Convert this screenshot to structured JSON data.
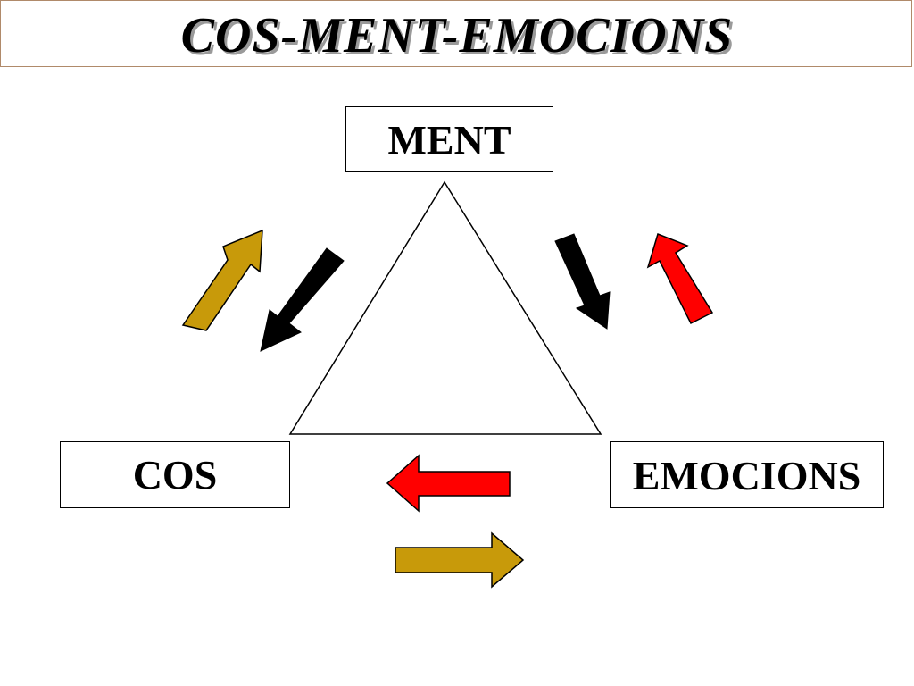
{
  "title": "COS-MENT-EMOCIONS",
  "nodes": {
    "top": "MENT",
    "left": "COS",
    "right": "EMOCIONS"
  },
  "colors": {
    "gold_arrow": "#c89a0a",
    "black_arrow": "#000000",
    "red_arrow": "#ff0000",
    "title_shadow": "#9a9a9a",
    "title_border": "#b08a6a"
  },
  "arrows": [
    {
      "id": "left-up",
      "color": "gold",
      "direction": "toward MENT"
    },
    {
      "id": "left-down",
      "color": "black",
      "direction": "toward COS"
    },
    {
      "id": "right-down",
      "color": "black",
      "direction": "toward EMOCIONS"
    },
    {
      "id": "right-up",
      "color": "red",
      "direction": "toward MENT"
    },
    {
      "id": "bottom-left",
      "color": "red",
      "direction": "toward COS"
    },
    {
      "id": "bottom-right",
      "color": "gold",
      "direction": "toward EMOCIONS"
    }
  ]
}
